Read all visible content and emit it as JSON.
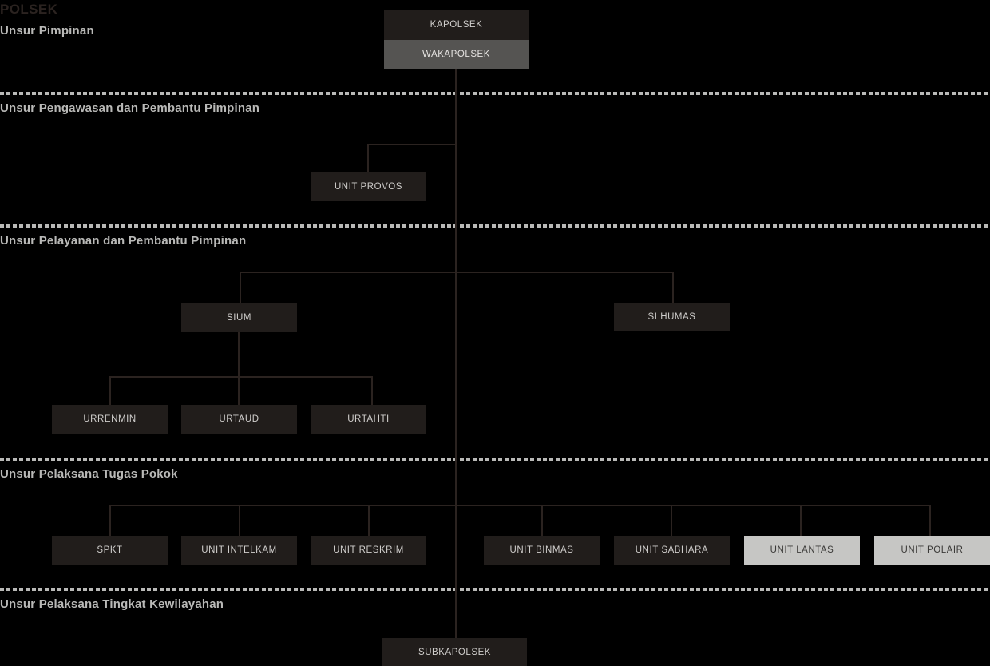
{
  "page": {
    "title_overlay": "POLSEK",
    "background": "#000000",
    "line_color": "#2b2320",
    "divider_color": "#b9b9b7"
  },
  "sections": [
    {
      "id": "pimpinan",
      "label": "Unsur Pimpinan",
      "divider": false
    },
    {
      "id": "pengawasan",
      "label": "Unsur Pengawasan dan Pembantu Pimpinan",
      "divider": true
    },
    {
      "id": "pelayanan",
      "label": "Unsur Pelayanan dan Pembantu Pimpinan",
      "divider": true
    },
    {
      "id": "tugas_pokok",
      "label": "Unsur Pelaksana Tugas Pokok",
      "divider": true
    },
    {
      "id": "kewilayahan",
      "label": "Unsur Pelaksana Tingkat Kewilayahan",
      "divider": true
    }
  ],
  "nodes": {
    "kapolsek": {
      "label": "KAPOLSEK",
      "style": "dark"
    },
    "wakapolsek": {
      "label": "WAKAPOLSEK",
      "style": "mid"
    },
    "unit_provos": {
      "label": "UNIT PROVOS",
      "style": "dark"
    },
    "sium": {
      "label": "SIUM",
      "style": "dark"
    },
    "si_humas": {
      "label": "SI HUMAS",
      "style": "dark"
    },
    "urrenmin": {
      "label": "URRENMIN",
      "style": "dark"
    },
    "urtaud": {
      "label": "URTAUD",
      "style": "dark"
    },
    "urtahti": {
      "label": "URTAHTI",
      "style": "dark"
    },
    "spkt": {
      "label": "SPKT",
      "style": "dark"
    },
    "unit_intelkam": {
      "label": "UNIT INTELKAM",
      "style": "dark"
    },
    "unit_reskrim": {
      "label": "UNIT RESKRIM",
      "style": "dark"
    },
    "unit_binmas": {
      "label": "UNIT BINMAS",
      "style": "dark"
    },
    "unit_sabhara": {
      "label": "UNIT SABHARA",
      "style": "dark"
    },
    "unit_lantas": {
      "label": "UNIT LANTAS",
      "style": "light"
    },
    "unit_polair": {
      "label": "UNIT POLAIR",
      "style": "light"
    },
    "subkapolsek": {
      "label": "SUBKAPOLSEK",
      "style": "dark"
    }
  }
}
